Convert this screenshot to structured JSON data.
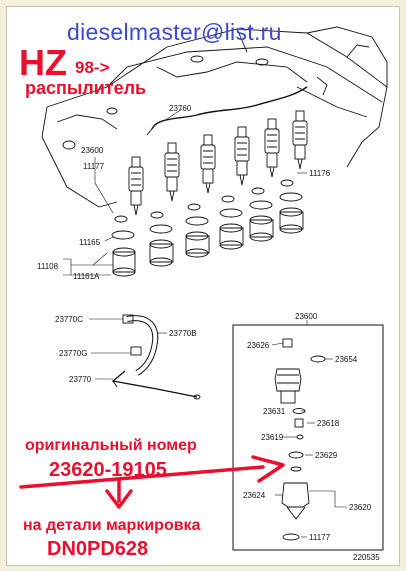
{
  "header": {
    "email": "dieselmaster@list.ru",
    "model": "HZ",
    "year_range": "98->",
    "part_name": "распылитель"
  },
  "labels": {
    "l23760": "23760",
    "l23600a": "23600",
    "l11177a": "11177",
    "l11176": "11176",
    "l11165": "11165",
    "l11108": "11108",
    "l11161a": "11161A",
    "l23770c": "23770C",
    "l23770b": "23770B",
    "l23770g": "23770G",
    "l23770": "23770",
    "l23600b": "23600",
    "l23626": "23626",
    "l23654": "23654",
    "l23631": "23631",
    "l23618": "23618",
    "l23619": "23619",
    "l23629": "23629",
    "l23624": "23624",
    "l23620": "23620",
    "l11177b": "11177",
    "drawing_id": "220535"
  },
  "annotations": {
    "original_number_label": "оригинальный номер",
    "original_number": "23620-19105",
    "marking_label": "на детали маркировка",
    "marking": "DN0PD628"
  },
  "colors": {
    "accent": "#e8102e",
    "email": "#3b49d6",
    "line": "#111111"
  }
}
